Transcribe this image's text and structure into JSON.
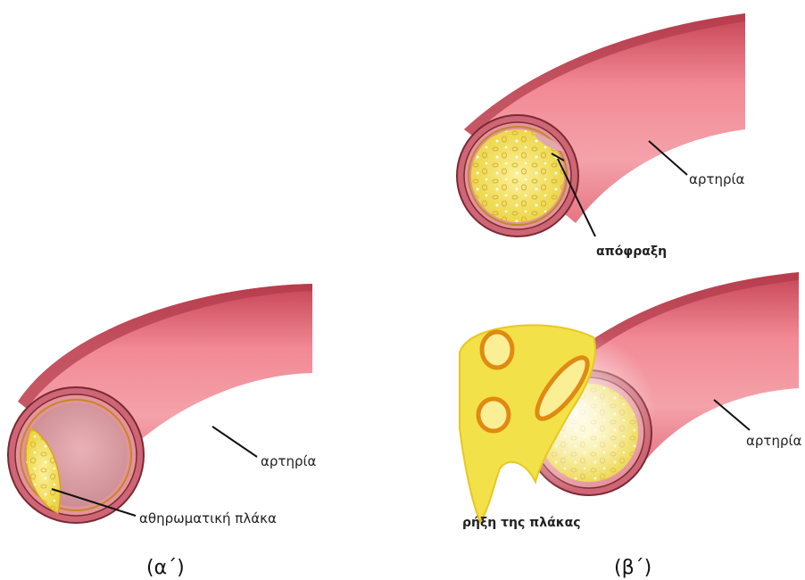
{
  "panels": [
    {
      "caption": "(α΄)",
      "labels": {
        "artery": "αρτηρία",
        "plaque": "αθηρωματική πλάκα"
      }
    },
    {
      "caption": "(β΄)",
      "top_labels": {
        "artery": "αρτηρία",
        "blockage": "απόφραξη"
      },
      "bottom_labels": {
        "artery": "αρτηρία",
        "rupture": "ρήξη της πλάκας"
      }
    }
  ],
  "colors": {
    "artery_wall": "#e8707e",
    "artery_shade": "#c94a5a",
    "lumen": "#f2c3c7",
    "lumen_inner": "#d89aa0",
    "ring_dark": "#8c2f3a",
    "plaque": "#f0e050",
    "plaque_edge": "#e0a020"
  }
}
